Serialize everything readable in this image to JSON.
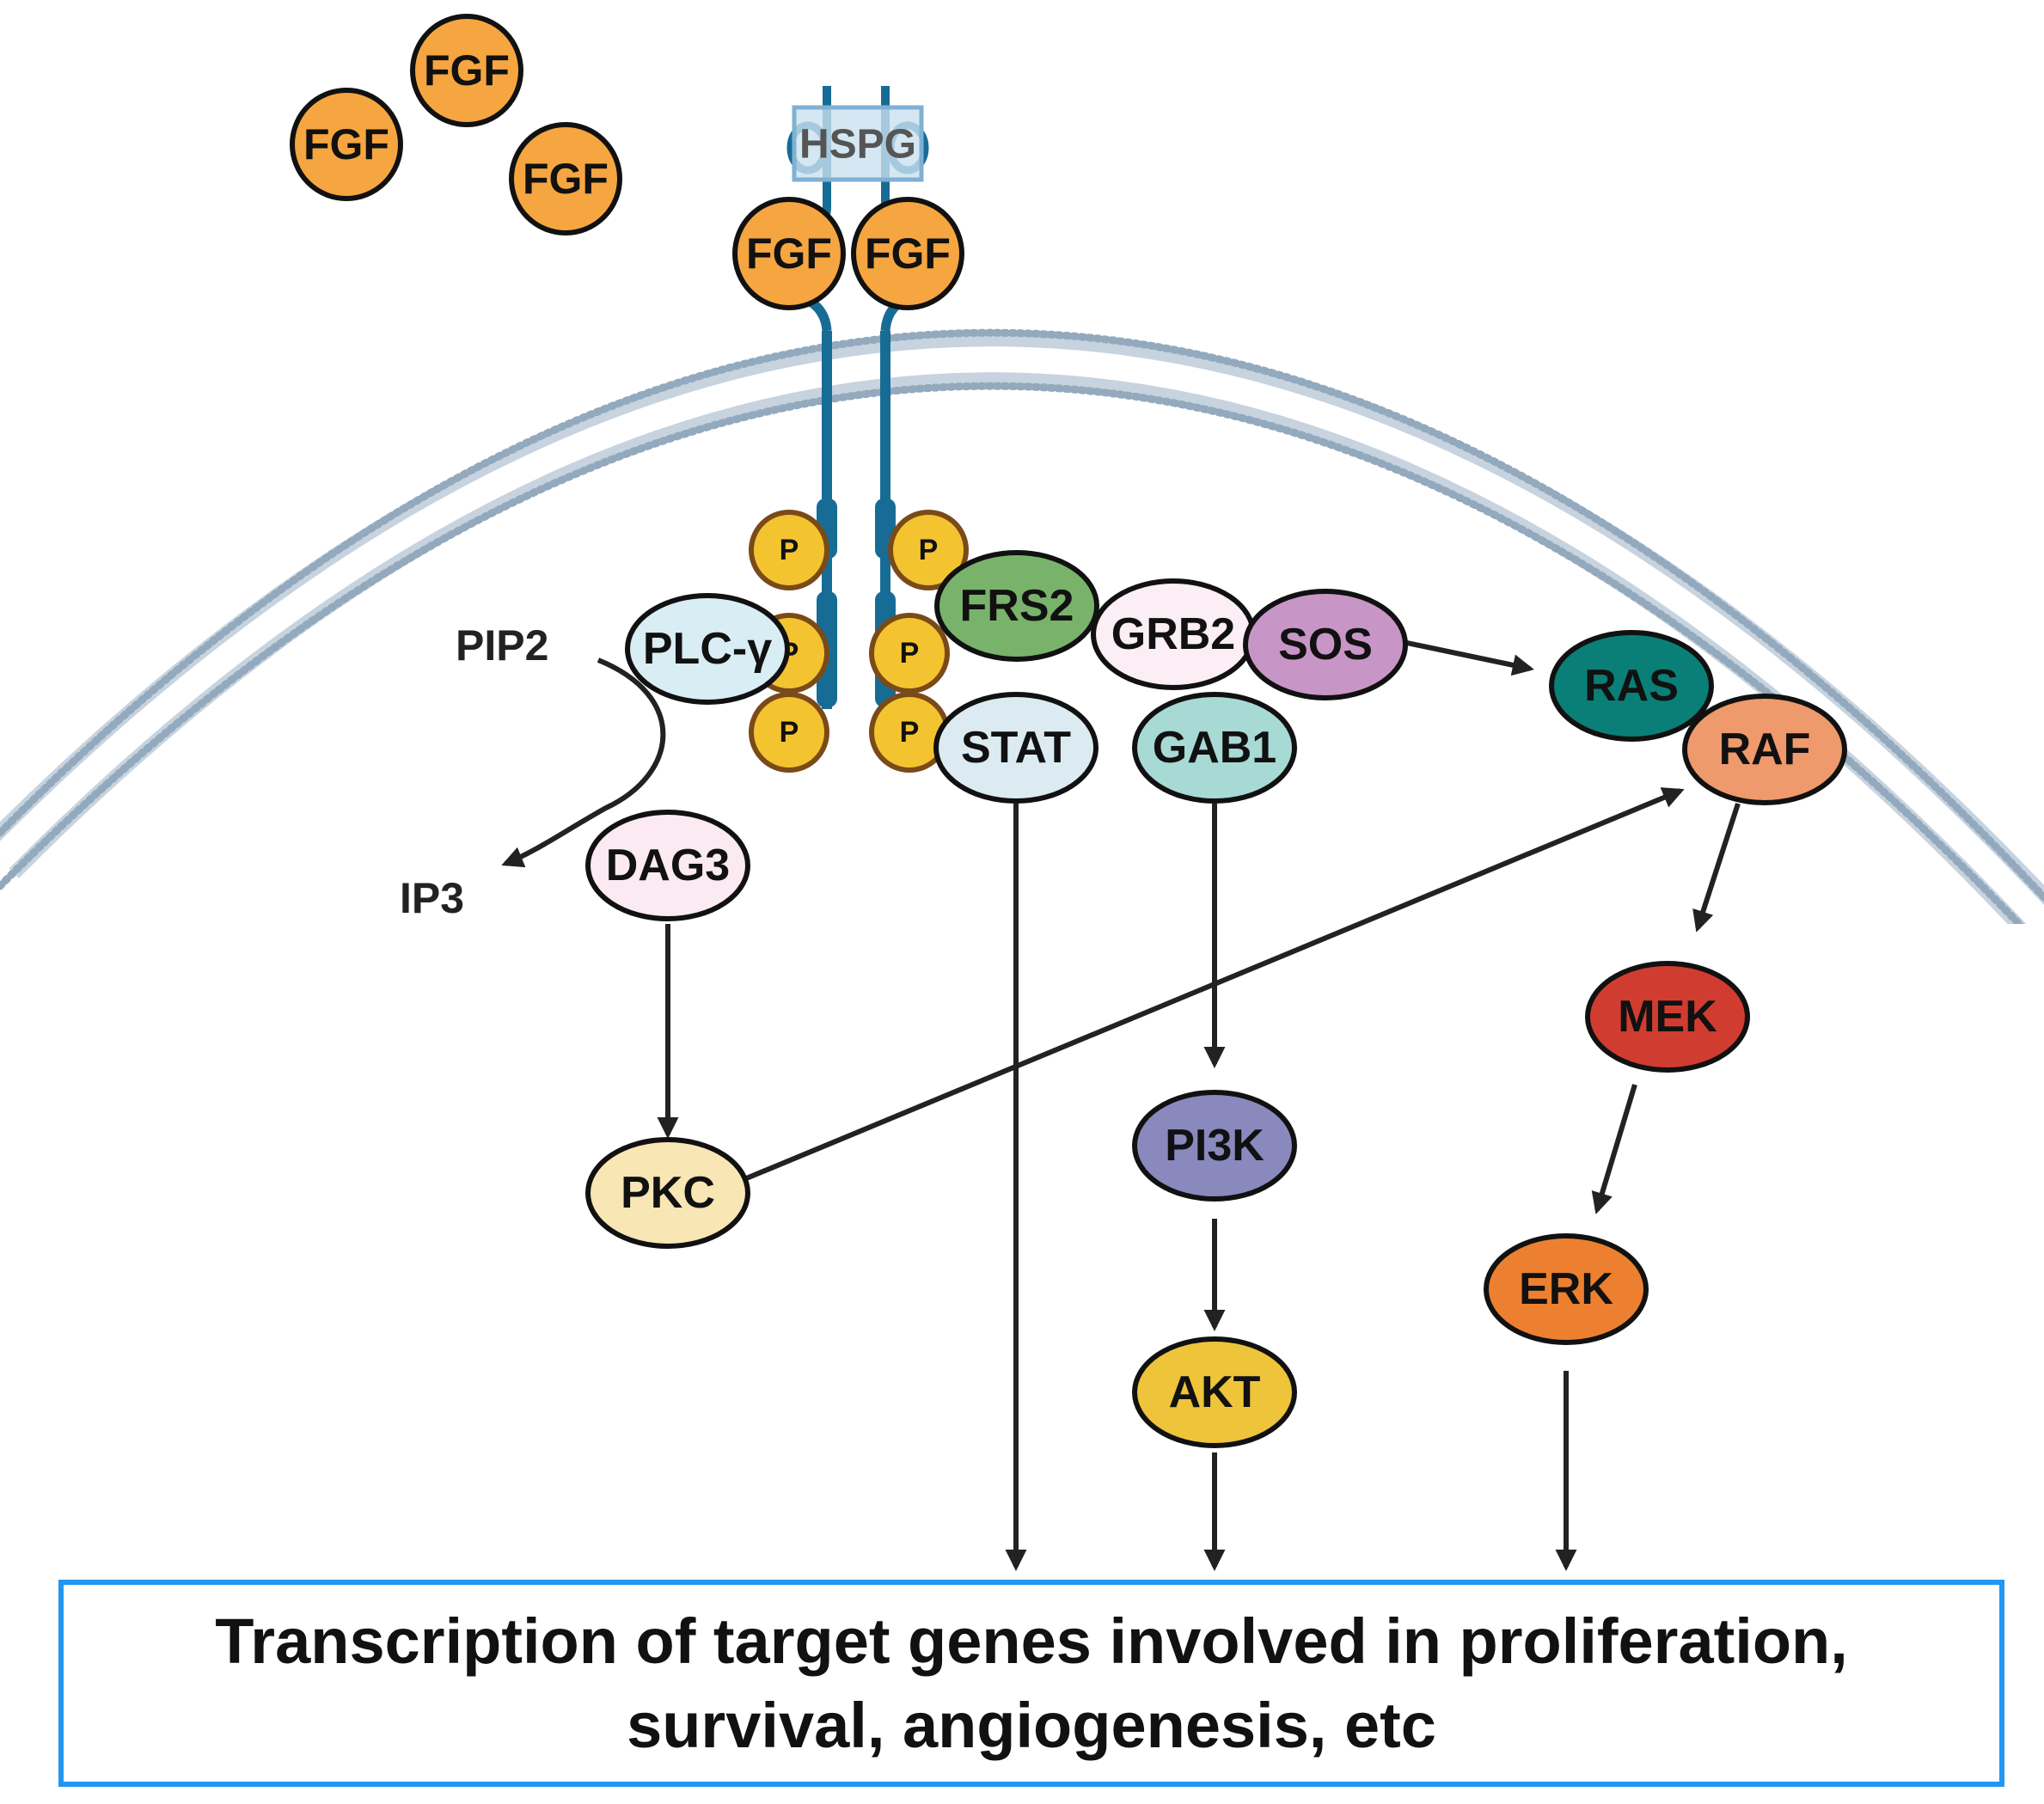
{
  "extracellular": {
    "free_ligands": [
      "FGF",
      "FGF",
      "FGF"
    ],
    "hspg_label": "HSPG",
    "bound_ligands": [
      "FGF",
      "FGF"
    ]
  },
  "phospho_label": "P",
  "nodes": {
    "plc": "PLC-γ",
    "frs2": "FRS2",
    "grb2": "GRB2",
    "sos": "SOS",
    "ras": "RAS",
    "raf": "RAF",
    "stat": "STAT",
    "gab1": "GAB1",
    "dag3": "DAG3",
    "pkc": "PKC",
    "pi3k": "PI3K",
    "akt": "AKT",
    "mek": "MEK",
    "erk": "ERK"
  },
  "free_labels": {
    "pip2": "PIP2",
    "ip3": "IP3"
  },
  "output": {
    "line1": "Transcription of target genes involved in proliferation,",
    "line2": "survival, angiogenesis, etc"
  },
  "colors": {
    "fgf": "#f6a640",
    "phospho": "#f4c430",
    "receptor": "#176c96",
    "membrane": "#9fb3c7",
    "plc": "#d9edf4",
    "frs2": "#79b36b",
    "grb2": "#fbeef4",
    "sos": "#c896c6",
    "ras": "#0a7f77",
    "raf": "#ee9a6c",
    "stat": "#dcebf2",
    "gab1": "#a8dad5",
    "dag3": "#fbeaf1",
    "pkc": "#f8e6b4",
    "pi3k": "#8a89bd",
    "akt": "#edc43a",
    "mek": "#d03d30",
    "erk": "#ec8030",
    "output_border": "#2196f3"
  }
}
